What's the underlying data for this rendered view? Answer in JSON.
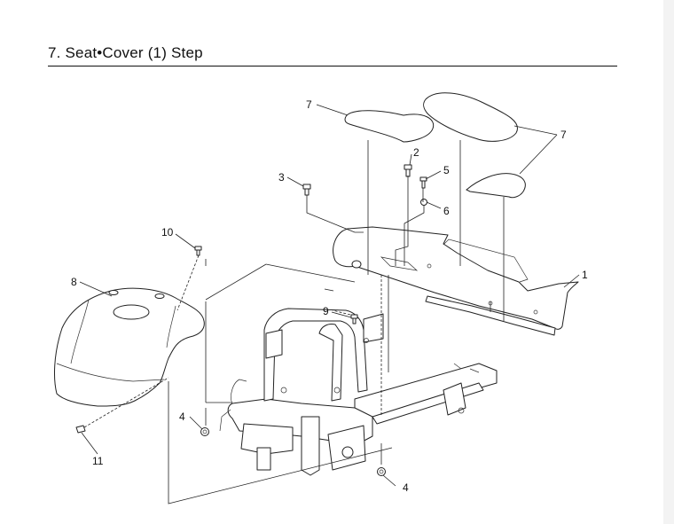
{
  "page": {
    "section_title": "7. Seat•Cover (1) Step"
  },
  "callouts": {
    "c1": "1",
    "c2": "2",
    "c3": "3",
    "c4a": "4",
    "c4b": "4",
    "c5": "5",
    "c6": "6",
    "c7a": "7",
    "c7b": "7",
    "c8": "8",
    "c9": "9",
    "c10": "10",
    "c11": "11"
  }
}
